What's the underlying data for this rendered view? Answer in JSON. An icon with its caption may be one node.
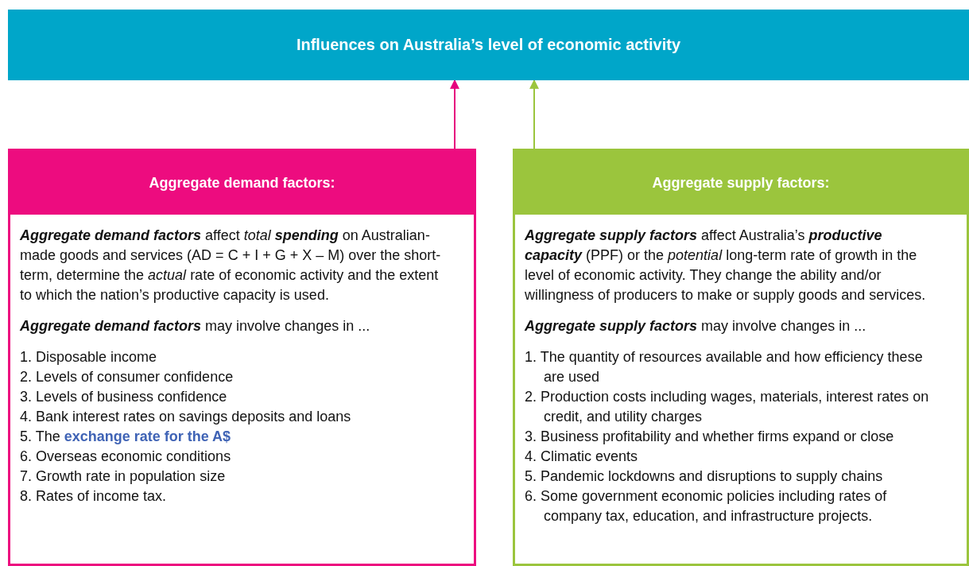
{
  "diagram": {
    "nodes": [
      {
        "text": [
          "Influences on Australia’s level of economic activity"
        ]
      },
      {
        "text": [
          "Aggregate demand factors:",
          "**Aggregate demand factors** affect *total* **spending** on Australian-made goods and services (AD = C + I + G + X – M) over the short-term, determine the *actual* rate of economic activity and the extent to which the nation’s productive capacity is used.",
          "**Aggregate demand factors** may involve changes in ...",
          "1. Disposable income",
          "2. Levels of consumer confidence",
          "3. Levels of business confidence",
          "4. Bank interest rates on savings deposits and loans",
          "5. The **exchange rate for the A$**",
          "6. Overseas economic conditions",
          "7. Growth rate in population size",
          "8. Rates of income tax."
        ]
      },
      {
        "text": [
          "Aggregate supply factors:",
          "**Aggregate supply factors** affect Australia’s **productive capacity** (PPF) or the *potential* long-term rate of growth in the level of economic activity. They change the ability and/or willingness of producers to make or supply goods and services.",
          "**Aggregate supply factors** may involve changes in ...",
          "1. The quantity of resources available and how efficiency these are used",
          "2. Production costs including wages, materials, interest rates on credit, and utility charges",
          "3. Business profitability and whether firms expand or close",
          "4. Climatic events",
          "5. Pandemic lockdowns and disruptions to supply chains",
          "6. Some government economic policies including rates of company tax, education, and infrastructure projects."
        ]
      }
    ],
    "edges": [
      {
        "from": 1,
        "to": 0,
        "arrow": "to",
        "color": "#e6007e"
      },
      {
        "from": 2,
        "to": 0,
        "arrow": "to",
        "color": "#9bc53d"
      }
    ]
  }
}
